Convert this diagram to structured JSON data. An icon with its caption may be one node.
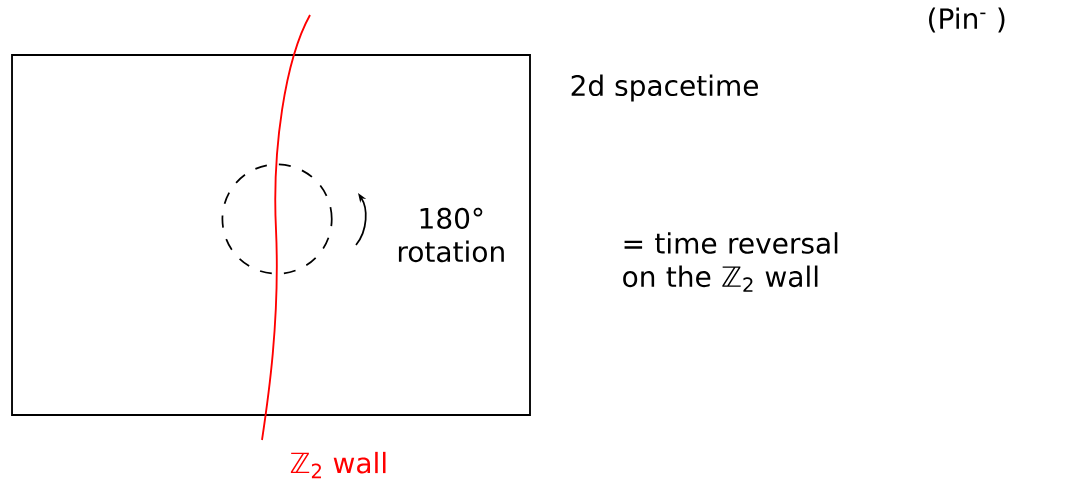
{
  "diagram": {
    "nodes": [
      {
        "text": [
          "2d spacetime"
        ]
      },
      {
        "text": [],
        "shape": "circle",
        "in": 0
      }
    ],
    "labels": [
      "(Pin$^{-}$ )",
      "180° rotation",
      "= time reversal on the ℤ$_{2}$ wall",
      "ℤ$_{2}$ wall"
    ]
  }
}
